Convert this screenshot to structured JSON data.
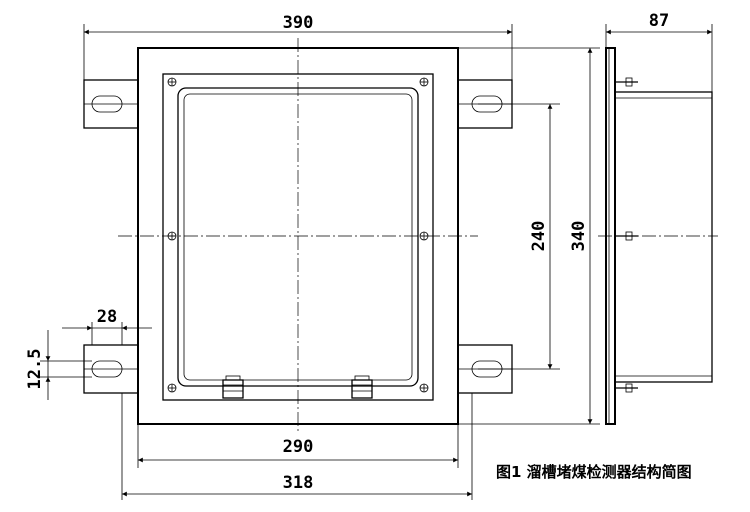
{
  "dimensions": {
    "total_width": "390",
    "side_depth": "87",
    "slot_spacing": "28",
    "slot_height": "12.5",
    "hole_spacing": "240",
    "total_height": "340",
    "inner_width": "290",
    "body_width": "318"
  },
  "caption": "图1 溜槽堵煤检测器结构简图",
  "colors": {
    "line": "#000000",
    "background": "#ffffff"
  }
}
